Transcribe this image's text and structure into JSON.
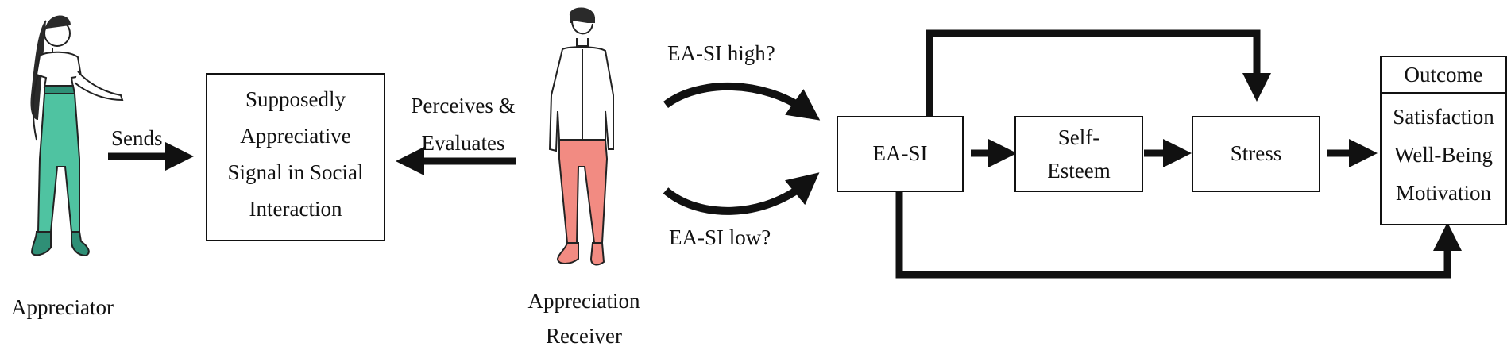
{
  "left": {
    "appreciator_label": "Appreciator",
    "sends_label": "Sends",
    "signal_box": [
      "Supposedly",
      "Appreciative",
      "Signal in Social",
      "Interaction"
    ],
    "perceives_label": [
      "Perceives &",
      "Evaluates"
    ],
    "receiver_label": [
      "Appreciation",
      "Receiver"
    ]
  },
  "branches": {
    "high_label": "EA-SI high?",
    "low_label": "EA-SI low?"
  },
  "model": {
    "easi_label": "EA-SI",
    "self_esteem_label": [
      "Self-",
      "Esteem"
    ],
    "stress_label": "Stress",
    "outcome_header": "Outcome",
    "outcomes": [
      "Satisfaction",
      "Well-Being",
      "Motivation"
    ]
  },
  "colors": {
    "appreciator_pants": "#4fc3a1",
    "receiver_pants": "#f28b82",
    "line": "#111111"
  }
}
